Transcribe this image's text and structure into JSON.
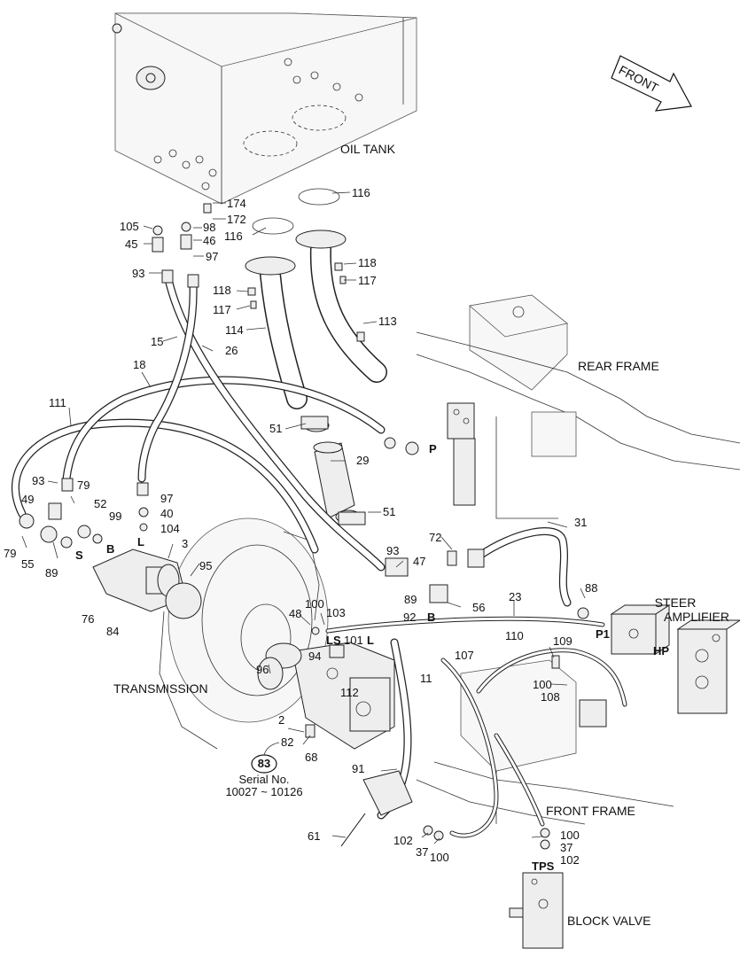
{
  "arrow": {
    "label": "FRONT"
  },
  "assemblies": {
    "oil_tank": "OIL TANK",
    "rear_frame": "REAR FRAME",
    "transmission": "TRANSMISSION",
    "steer_amplifier": [
      "STEER",
      "AMPLIFIER"
    ],
    "front_frame": "FRONT FRAME",
    "block_valve": "BLOCK VALVE"
  },
  "serial": {
    "number": "83",
    "line1": "Serial No.",
    "line2": "10027 ~ 10126"
  },
  "port_labels": {
    "P": "P",
    "L_left": "L",
    "B_left": "B",
    "S": "S",
    "LS": "LS",
    "L_right": "L",
    "B_right": "B",
    "P1": "P1",
    "HP": "HP",
    "TPS": "TPS"
  },
  "callouts": [
    {
      "id": "c174",
      "text": "174"
    },
    {
      "id": "c172",
      "text": "172"
    },
    {
      "id": "c116a",
      "text": "116"
    },
    {
      "id": "c116b",
      "text": "116"
    },
    {
      "id": "c105",
      "text": "105"
    },
    {
      "id": "c98",
      "text": "98"
    },
    {
      "id": "c45",
      "text": "45"
    },
    {
      "id": "c46",
      "text": "46"
    },
    {
      "id": "c97a",
      "text": "97"
    },
    {
      "id": "c93a",
      "text": "93"
    },
    {
      "id": "c118a",
      "text": "118"
    },
    {
      "id": "c117a",
      "text": "117"
    },
    {
      "id": "c118b",
      "text": "118"
    },
    {
      "id": "c117b",
      "text": "117"
    },
    {
      "id": "c113",
      "text": "113"
    },
    {
      "id": "c114",
      "text": "114"
    },
    {
      "id": "c15",
      "text": "15"
    },
    {
      "id": "c26",
      "text": "26"
    },
    {
      "id": "c18",
      "text": "18"
    },
    {
      "id": "c111",
      "text": "111"
    },
    {
      "id": "c51a",
      "text": "51"
    },
    {
      "id": "c29",
      "text": "29"
    },
    {
      "id": "c51b",
      "text": "51"
    },
    {
      "id": "c93b",
      "text": "93"
    },
    {
      "id": "c79a",
      "text": "79"
    },
    {
      "id": "c49",
      "text": "49"
    },
    {
      "id": "c52",
      "text": "52"
    },
    {
      "id": "c99",
      "text": "99"
    },
    {
      "id": "c97b",
      "text": "97"
    },
    {
      "id": "c40",
      "text": "40"
    },
    {
      "id": "c104",
      "text": "104"
    },
    {
      "id": "c79b",
      "text": "79"
    },
    {
      "id": "c55",
      "text": "55"
    },
    {
      "id": "c89a",
      "text": "89"
    },
    {
      "id": "c3",
      "text": "3"
    },
    {
      "id": "c95",
      "text": "95"
    },
    {
      "id": "c72",
      "text": "72"
    },
    {
      "id": "c93c",
      "text": "93"
    },
    {
      "id": "c47",
      "text": "47"
    },
    {
      "id": "c31",
      "text": "31"
    },
    {
      "id": "c88",
      "text": "88"
    },
    {
      "id": "c23",
      "text": "23"
    },
    {
      "id": "c56",
      "text": "56"
    },
    {
      "id": "c89b",
      "text": "89"
    },
    {
      "id": "c92",
      "text": "92"
    },
    {
      "id": "c76",
      "text": "76"
    },
    {
      "id": "c84",
      "text": "84"
    },
    {
      "id": "c48",
      "text": "48"
    },
    {
      "id": "c100a",
      "text": "100"
    },
    {
      "id": "c103",
      "text": "103"
    },
    {
      "id": "c101",
      "text": "101"
    },
    {
      "id": "c94",
      "text": "94"
    },
    {
      "id": "c110",
      "text": "110"
    },
    {
      "id": "c109",
      "text": "109"
    },
    {
      "id": "c107",
      "text": "107"
    },
    {
      "id": "c100b",
      "text": "100"
    },
    {
      "id": "c108",
      "text": "108"
    },
    {
      "id": "c96",
      "text": "96"
    },
    {
      "id": "c112",
      "text": "112"
    },
    {
      "id": "c11",
      "text": "11"
    },
    {
      "id": "c2",
      "text": "2"
    },
    {
      "id": "c82",
      "text": "82"
    },
    {
      "id": "c68",
      "text": "68"
    },
    {
      "id": "c91",
      "text": "91"
    },
    {
      "id": "c61",
      "text": "61"
    },
    {
      "id": "c102a",
      "text": "102"
    },
    {
      "id": "c37a",
      "text": "37"
    },
    {
      "id": "c100c",
      "text": "100"
    },
    {
      "id": "c100d",
      "text": "100"
    },
    {
      "id": "c37b",
      "text": "37"
    },
    {
      "id": "c102b",
      "text": "102"
    }
  ]
}
